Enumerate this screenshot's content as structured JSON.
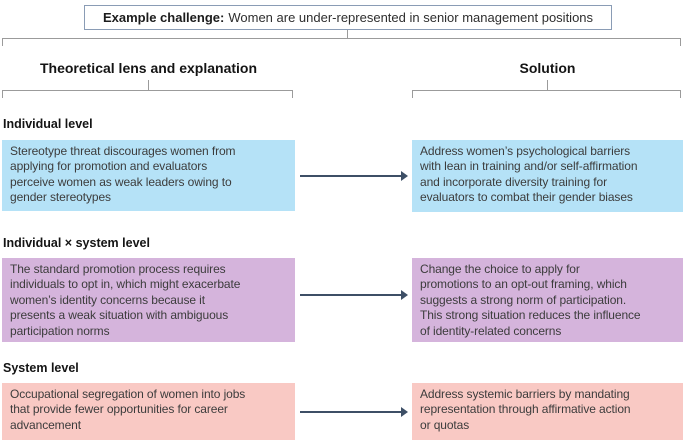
{
  "challenge": {
    "label": "Example challenge:",
    "text": "Women are under-represented in senior management positions"
  },
  "columns": {
    "left": "Theoretical lens and explanation",
    "right": "Solution"
  },
  "levels": [
    {
      "name": "Individual level",
      "lens": "Stereotype threat discourages women from\napplying for promotion and evaluators\nperceive women as weak leaders owing to\ngender stereotypes",
      "solution": "Address women’s psychological barriers\nwith lean in training and/or self-affirmation\nand incorporate diversity training for\nevaluators to combat their gender biases",
      "color": "#b5e2f7"
    },
    {
      "name": "Individual × system level",
      "lens": "The standard promotion process requires\nindividuals to opt in, which might exacerbate\nwomen’s identity concerns because it\npresents a weak situation with ambiguous\nparticipation norms",
      "solution": "Change the choice to apply for\npromotions to an opt-out framing, which\nsuggests a strong norm of participation.\nThis strong situation reduces the influence\nof identity-related concerns",
      "color": "#d5b4dc"
    },
    {
      "name": "System level",
      "lens": "Occupational segregation of women into jobs\nthat provide fewer opportunities for career\nadvancement",
      "solution": "Address systemic barriers by mandating\nrepresentation through affirmative action\nor quotas",
      "color": "#f9c9c4"
    }
  ],
  "colors": {
    "arrow": "#3d4f66",
    "connector": "#9b9b9b",
    "challenge_border": "#8a9cb5",
    "body_text": "#3c3c3c",
    "heading_text": "#141414"
  }
}
